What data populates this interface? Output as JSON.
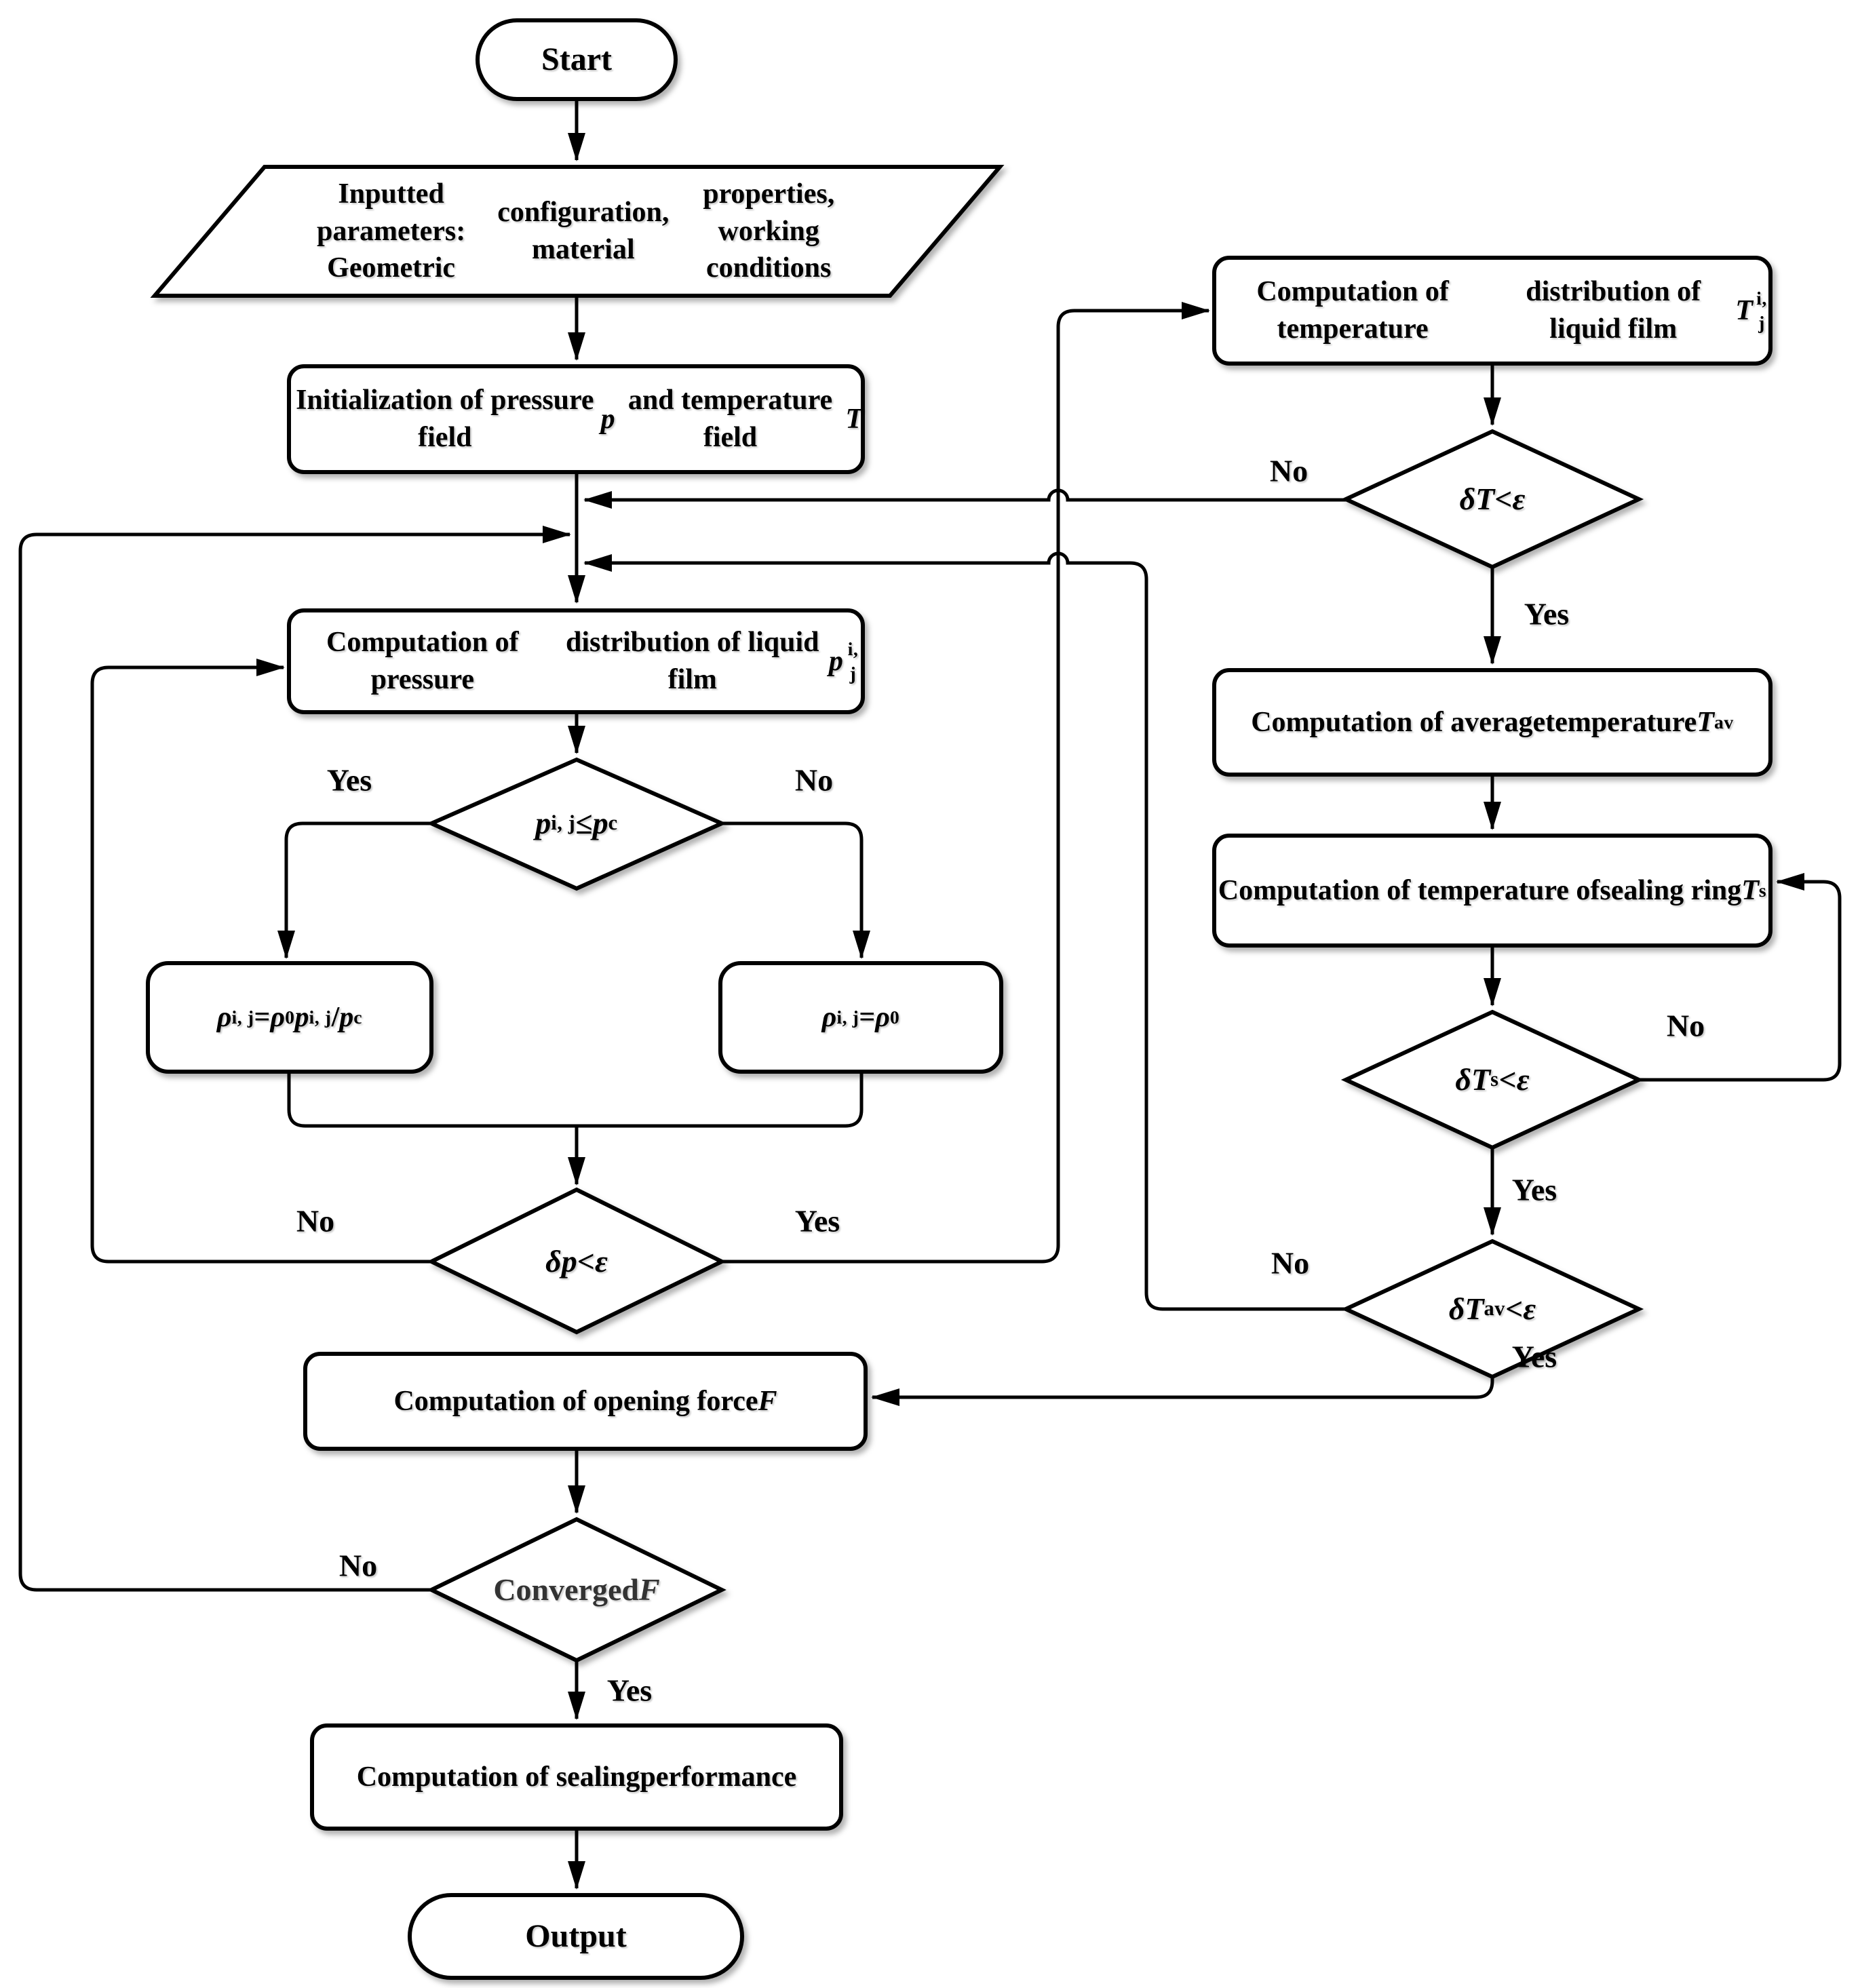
{
  "colors": {
    "background": "#ffffff",
    "ink": "#000000"
  },
  "labels": {
    "yes": "Yes",
    "no": "No"
  },
  "nodes": {
    "start": {
      "shape": "terminator",
      "parts": [
        {
          "t": "Start"
        }
      ]
    },
    "input_params": {
      "shape": "parallelogram",
      "parts": [
        {
          "t": "Inputted parameters: Geometric"
        },
        {
          "br": 1
        },
        {
          "t": "configuration, material"
        },
        {
          "br": 1
        },
        {
          "t": "properties, working conditions"
        }
      ]
    },
    "init_fields": {
      "shape": "process",
      "parts": [
        {
          "t": "Initialization of pressure field ",
          "i": 0
        },
        {
          "t": "p",
          "i": 1
        },
        {
          "br": 1
        },
        {
          "t": "and temperature field "
        },
        {
          "t": "T",
          "i": 1
        }
      ]
    },
    "pressure_calc": {
      "shape": "process",
      "parts": [
        {
          "t": "Computation of pressure"
        },
        {
          "br": 1
        },
        {
          "t": "distribution of liquid film "
        },
        {
          "t": "p",
          "i": 1
        },
        {
          "t": "i, j",
          "sub": 1
        }
      ]
    },
    "p_le_pc": {
      "shape": "decision",
      "parts": [
        {
          "t": "p",
          "i": 1
        },
        {
          "t": "i, j",
          "sub": 1
        },
        {
          "t": " ≤ "
        },
        {
          "t": "p",
          "i": 1
        },
        {
          "t": "c",
          "sub": 1
        }
      ]
    },
    "rho_scaled": {
      "shape": "process",
      "parts": [
        {
          "t": "ρ",
          "i": 1
        },
        {
          "t": "i, j",
          "sub": 1
        },
        {
          "t": " = "
        },
        {
          "t": " ρ",
          "i": 1
        },
        {
          "t": "0",
          "sub": 1
        },
        {
          "t": " "
        },
        {
          "t": "p",
          "i": 1
        },
        {
          "t": "i, j",
          "sub": 1
        },
        {
          "t": " / "
        },
        {
          "t": "p",
          "i": 1
        },
        {
          "t": "c",
          "sub": 1
        }
      ]
    },
    "rho_const": {
      "shape": "process",
      "parts": [
        {
          "t": "ρ",
          "i": 1
        },
        {
          "t": "i, j",
          "sub": 1
        },
        {
          "t": " = "
        },
        {
          "t": " ρ",
          "i": 1
        },
        {
          "t": "0",
          "sub": 1
        }
      ]
    },
    "dp_check": {
      "shape": "decision",
      "parts": [
        {
          "t": "δp",
          "i": 1
        },
        {
          "t": " < "
        },
        {
          "t": "ε",
          "i": 1
        }
      ]
    },
    "temp_film_calc": {
      "shape": "process",
      "parts": [
        {
          "t": "Computation of temperature"
        },
        {
          "br": 1
        },
        {
          "t": "distribution of liquid film "
        },
        {
          "t": "T",
          "i": 1
        },
        {
          "t": "i, j",
          "sub": 1
        }
      ]
    },
    "dt_check": {
      "shape": "decision",
      "parts": [
        {
          "t": "δT",
          "i": 1
        },
        {
          "t": " < "
        },
        {
          "t": "ε",
          "i": 1
        }
      ]
    },
    "avg_temp_calc": {
      "shape": "process",
      "parts": [
        {
          "t": "Computation of average"
        },
        {
          "br": 1
        },
        {
          "t": "temperature "
        },
        {
          "t": "T",
          "i": 1
        },
        {
          "t": "av",
          "sub": 1
        }
      ]
    },
    "ring_temp_calc": {
      "shape": "process",
      "parts": [
        {
          "t": "Computation of temperature of"
        },
        {
          "br": 1
        },
        {
          "t": "sealing ring "
        },
        {
          "t": "T",
          "i": 1
        },
        {
          "t": "s",
          "sub": 1
        }
      ]
    },
    "dts_check": {
      "shape": "decision",
      "parts": [
        {
          "t": "δT",
          "i": 1
        },
        {
          "t": "s",
          "sub": 1
        },
        {
          "t": " < "
        },
        {
          "t": "ε",
          "i": 1
        }
      ]
    },
    "dtav_check": {
      "shape": "decision",
      "parts": [
        {
          "t": "δT",
          "i": 1
        },
        {
          "t": "av",
          "sub": 1
        },
        {
          "t": " < "
        },
        {
          "t": "ε",
          "i": 1
        }
      ]
    },
    "opening_force_calc": {
      "shape": "process",
      "parts": [
        {
          "t": "Computation of opening force "
        },
        {
          "t": "F",
          "i": 1
        }
      ]
    },
    "converged_f": {
      "shape": "decision",
      "parts": [
        {
          "t": "Converged "
        },
        {
          "t": "F",
          "i": 1
        }
      ]
    },
    "sealing_perf_calc": {
      "shape": "process",
      "parts": [
        {
          "t": "Computation of sealing"
        },
        {
          "br": 1
        },
        {
          "t": "performance"
        }
      ]
    },
    "output": {
      "shape": "terminator",
      "parts": [
        {
          "t": "Output"
        }
      ]
    }
  }
}
